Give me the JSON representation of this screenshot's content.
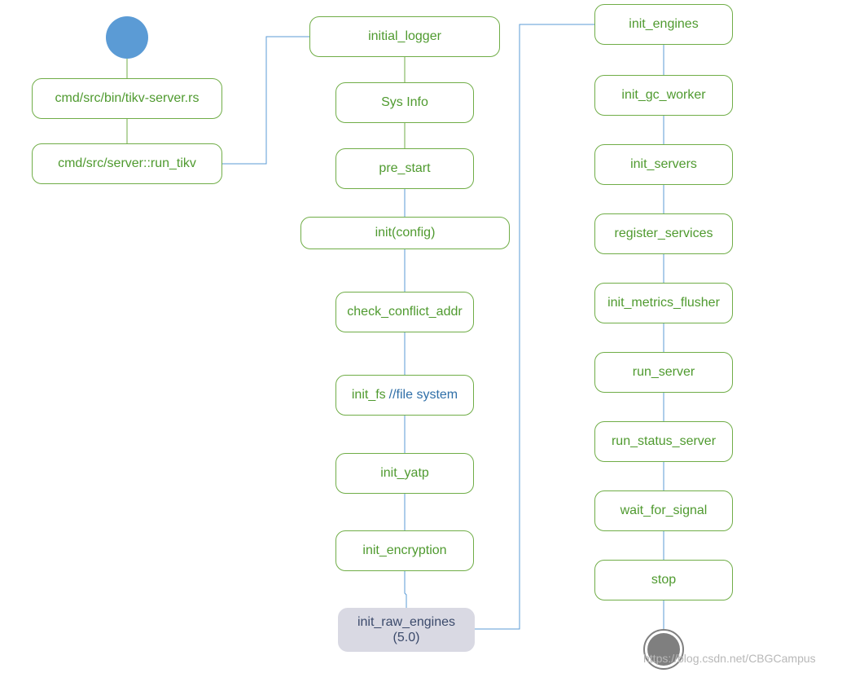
{
  "diagram": {
    "nodes": {
      "tikv_server_rs": "cmd/src/bin/tikv-server.rs",
      "run_tikv": "cmd/src/server::run_tikv",
      "initial_logger": "initial_logger",
      "sys_info": "Sys Info",
      "pre_start": "pre_start",
      "init_config": "init(config)",
      "check_conflict_addr": "check_conflict_addr",
      "init_fs": "init_fs",
      "init_fs_comment": "//file system",
      "init_yatp": "init_yatp",
      "init_encryption": "init_encryption",
      "init_raw_engines": "init_raw_engines",
      "init_raw_engines_version": "(5.0)",
      "init_engines": "init_engines",
      "init_gc_worker": "init_gc_worker",
      "init_servers": "init_servers",
      "register_services": "register_services",
      "init_metrics_flusher": "init_metrics_flusher",
      "run_server": "run_server",
      "run_status_server": "run_status_server",
      "wait_for_signal": "wait_for_signal",
      "stop": "stop"
    },
    "colors": {
      "node_border": "#70ad47",
      "node_text": "#4f9a2f",
      "connector_green": "#70ad47",
      "connector_blue": "#5b9bd5",
      "start_node": "#5b9bd5",
      "end_node": "#7f7f7f",
      "highlight_fill": "#d9d9e3",
      "comment_text": "#2f6fa8"
    }
  },
  "watermark": "https://blog.csdn.net/CBGCampus"
}
